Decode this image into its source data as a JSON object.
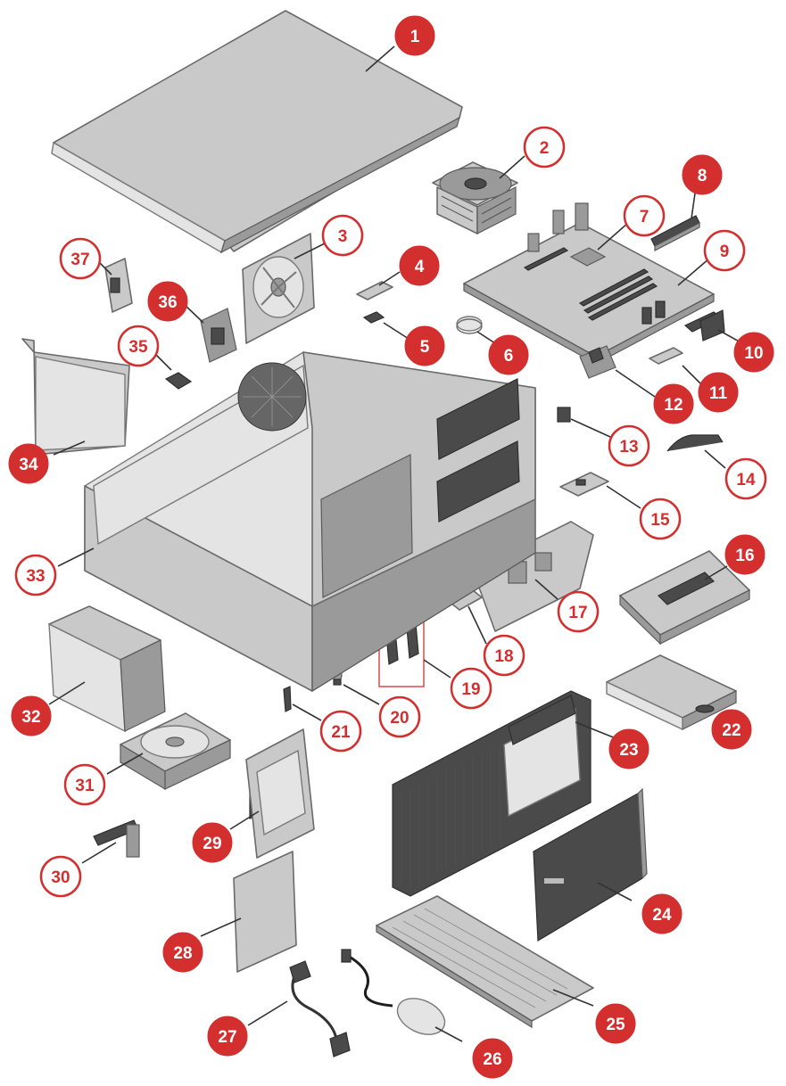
{
  "colors": {
    "callout_red": "#d32f2f",
    "callout_outline": "#d32f2f",
    "callout_text_on_red": "#ffffff",
    "callout_text_on_white": "#d32f2f",
    "part_gray": "#c9c9c9"
  },
  "callouts": [
    {
      "label": "1",
      "style": "filled"
    },
    {
      "label": "2",
      "style": "outline"
    },
    {
      "label": "3",
      "style": "outline"
    },
    {
      "label": "4",
      "style": "filled"
    },
    {
      "label": "5",
      "style": "filled"
    },
    {
      "label": "6",
      "style": "filled"
    },
    {
      "label": "7",
      "style": "outline"
    },
    {
      "label": "8",
      "style": "filled"
    },
    {
      "label": "9",
      "style": "outline"
    },
    {
      "label": "10",
      "style": "filled"
    },
    {
      "label": "11",
      "style": "filled"
    },
    {
      "label": "12",
      "style": "filled"
    },
    {
      "label": "13",
      "style": "outline"
    },
    {
      "label": "14",
      "style": "outline"
    },
    {
      "label": "15",
      "style": "outline"
    },
    {
      "label": "16",
      "style": "filled"
    },
    {
      "label": "17",
      "style": "outline"
    },
    {
      "label": "18",
      "style": "outline"
    },
    {
      "label": "19",
      "style": "outline"
    },
    {
      "label": "20",
      "style": "outline"
    },
    {
      "label": "21",
      "style": "outline"
    },
    {
      "label": "22",
      "style": "filled"
    },
    {
      "label": "23",
      "style": "filled"
    },
    {
      "label": "24",
      "style": "filled"
    },
    {
      "label": "25",
      "style": "filled"
    },
    {
      "label": "26",
      "style": "filled"
    },
    {
      "label": "27",
      "style": "filled"
    },
    {
      "label": "28",
      "style": "filled"
    },
    {
      "label": "29",
      "style": "filled"
    },
    {
      "label": "30",
      "style": "outline"
    },
    {
      "label": "31",
      "style": "outline"
    },
    {
      "label": "32",
      "style": "filled"
    },
    {
      "label": "33",
      "style": "outline"
    },
    {
      "label": "34",
      "style": "filled"
    },
    {
      "label": "35",
      "style": "outline"
    },
    {
      "label": "36",
      "style": "filled"
    },
    {
      "label": "37",
      "style": "outline"
    }
  ],
  "parts": [
    {
      "icon": "computer-cover-icon"
    },
    {
      "icon": "cpu-cooler-icon"
    },
    {
      "icon": "system-fan-icon"
    },
    {
      "icon": "m2-ssd-icon"
    },
    {
      "icon": "screw-icon"
    },
    {
      "icon": "coin-battery-icon"
    },
    {
      "icon": "processor-icon"
    },
    {
      "icon": "memory-module-icon"
    },
    {
      "icon": "motherboard-icon"
    },
    {
      "icon": "connector-icon"
    },
    {
      "icon": "m2-module-icon"
    },
    {
      "icon": "bracket-icon"
    },
    {
      "icon": "clip-icon"
    },
    {
      "icon": "antenna-icon"
    },
    {
      "icon": "wifi-card-icon"
    },
    {
      "icon": "drive-cage-icon"
    },
    {
      "icon": "front-io-bracket-icon"
    },
    {
      "icon": "speaker-icon"
    },
    {
      "icon": "cable-icon"
    },
    {
      "icon": "thermal-sensor-icon"
    },
    {
      "icon": "clip-icon"
    },
    {
      "icon": "optical-drive-icon"
    },
    {
      "icon": "front-bezel-icon"
    },
    {
      "icon": "dust-cover-icon"
    },
    {
      "icon": "keyboard-icon"
    },
    {
      "icon": "mouse-icon"
    },
    {
      "icon": "power-cord-icon"
    },
    {
      "icon": "drive-bracket-icon"
    },
    {
      "icon": "hard-drive-icon"
    },
    {
      "icon": "card-reader-cable-icon"
    },
    {
      "icon": "rear-fan-icon"
    },
    {
      "icon": "power-supply-icon"
    },
    {
      "icon": "chassis-icon"
    },
    {
      "icon": "pci-card-icon"
    },
    {
      "icon": "latch-icon"
    },
    {
      "icon": "lock-icon"
    },
    {
      "icon": "bracket-icon"
    }
  ]
}
